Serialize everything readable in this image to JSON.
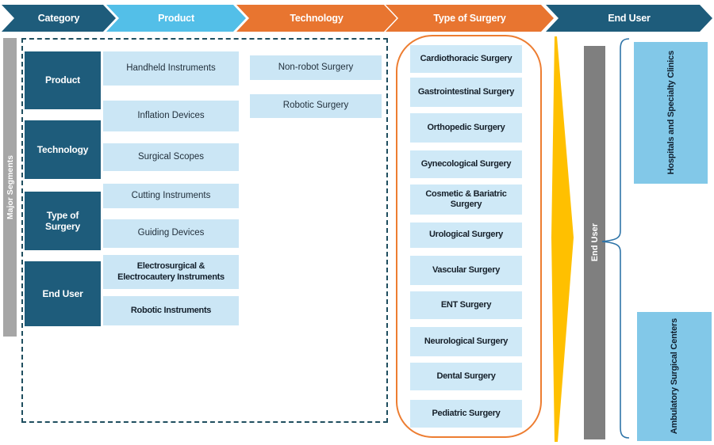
{
  "header": {
    "steps": [
      "Category",
      "Product",
      "Technology",
      "Type of Surgery",
      "End User"
    ]
  },
  "left_rail_label": "Major Segments",
  "segments": {
    "labels": [
      "Product",
      "Technology",
      "Type of Surgery",
      "End User"
    ],
    "product": [
      "Handheld Instruments",
      "Inflation Devices",
      "Surgical Scopes",
      "Cutting Instruments",
      "Guiding Devices",
      "Electrosurgical & Electrocautery Instruments",
      "Robotic Instruments"
    ],
    "technology": [
      "Non-robot Surgery",
      "Robotic Surgery"
    ],
    "type_of_surgery": [
      "Cardiothoracic Surgery",
      "Gastrointestinal Surgery",
      "Orthopedic Surgery",
      "Gynecological Surgery",
      "Cosmetic & Bariatric Surgery",
      "Urological Surgery",
      "Vascular Surgery",
      "ENT Surgery",
      "Neurological Surgery",
      "Dental Surgery",
      "Pediatric Surgery"
    ],
    "end_user_rail": "End User",
    "end_user": [
      "Hospitals and Specialty Clinics",
      "Ambulatory Surgical Centers"
    ]
  },
  "colors": {
    "dark_blue": "#1e5c7b",
    "light_blue_arrow": "#53bfe8",
    "orange": "#e87530",
    "orange_border": "#ed7d31",
    "pale_blue_box": "#cbe6f5",
    "sky_blue_box": "#82c8e8",
    "yellow": "#ffc000",
    "gray_rail_left": "#a6a6a6",
    "gray_rail_right": "#7f7f7f",
    "dashed_border": "#1f4e5f",
    "bracket_blue": "#2e74a8"
  }
}
